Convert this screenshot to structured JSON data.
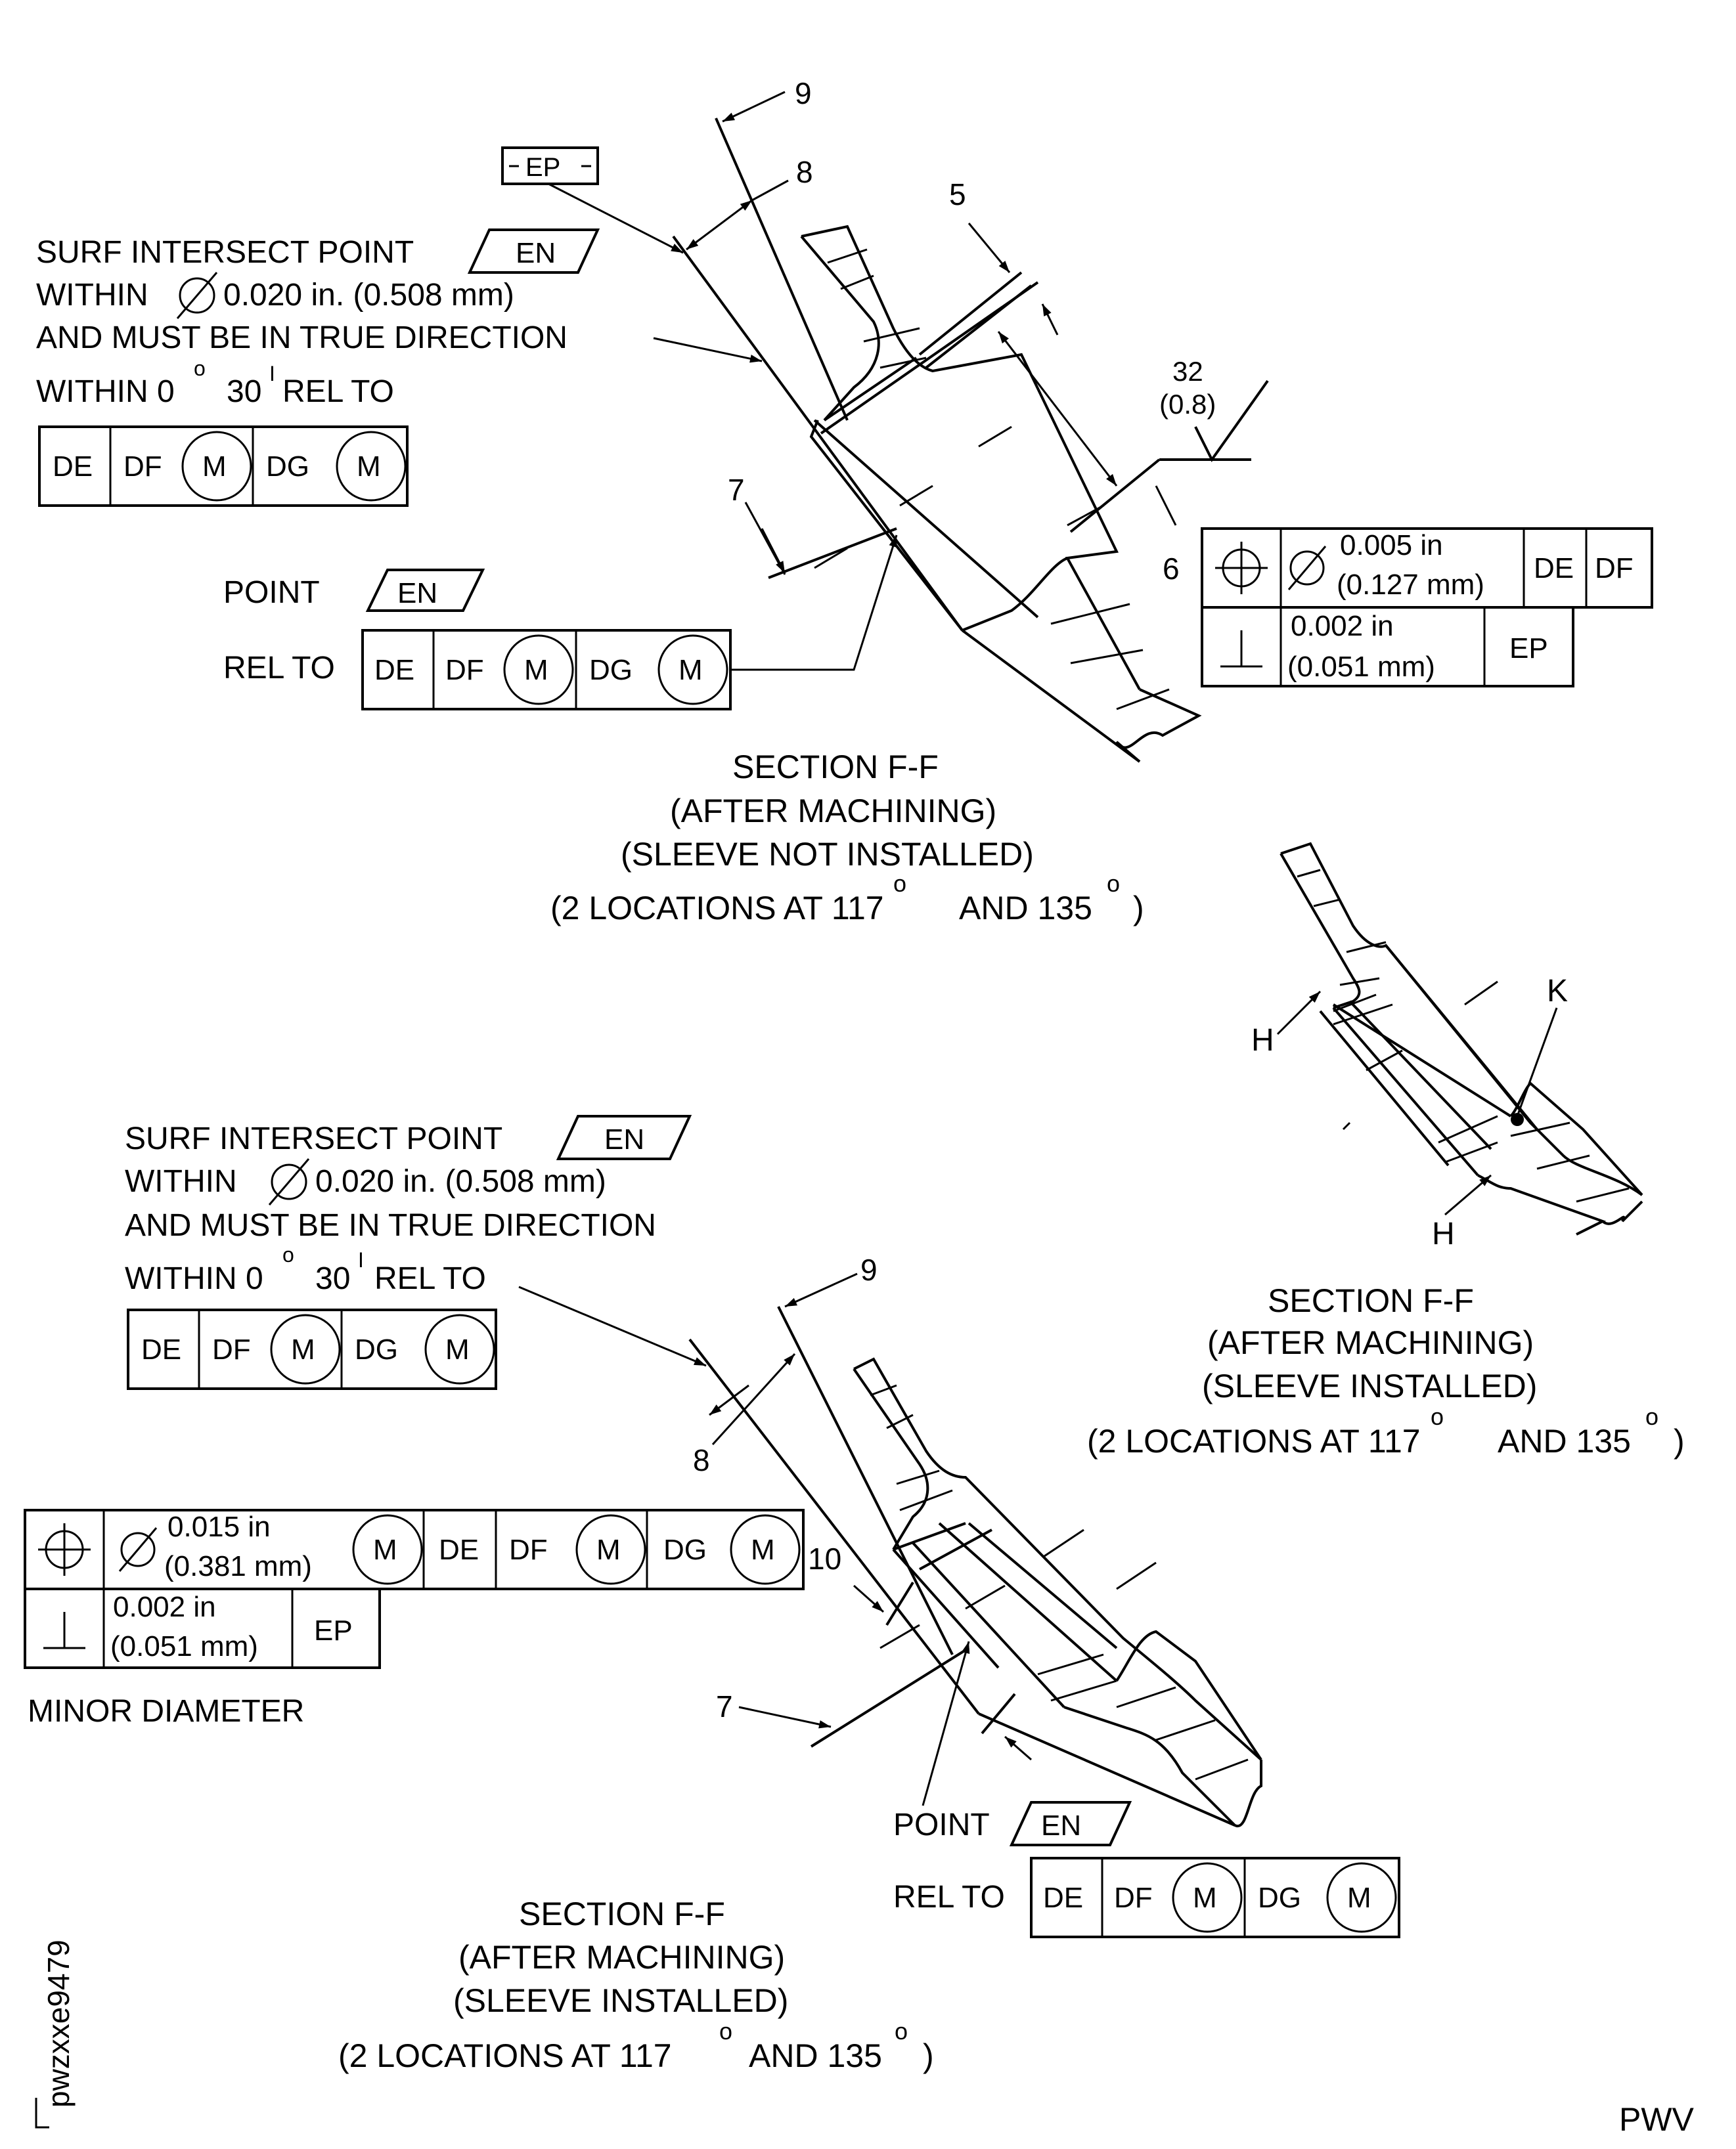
{
  "callouts": {
    "n5": "5",
    "n6": "6",
    "n7": "7",
    "n8": "8",
    "n9": "9",
    "n10": "10",
    "k": "K",
    "h": "H"
  },
  "datum": {
    "ep": "EP",
    "en": "EN",
    "de": "DE",
    "df": "DF",
    "dg": "DG",
    "m": "M"
  },
  "surface_finish": {
    "ra": "32",
    "ra_mm": "(0.8)"
  },
  "notes": {
    "surf_intersect": "SURF INTERSECT POINT",
    "within_dia": "WITHIN",
    "dia_value": "0.020  in. (0.508 mm)",
    "true_direction": "AND MUST BE IN TRUE DIRECTION",
    "within_angle": "WITHIN 0",
    "angle_deg_mark": "o",
    "angle_min": "30",
    "angle_min_mark": "I",
    "rel_to": "REL TO",
    "point": "POINT",
    "minor_diameter": "MINOR DIAMETER"
  },
  "fcf_top": {
    "pos_value_in": "0.005 in",
    "pos_value_mm": "(0.127 mm)",
    "perp_value_in": "0.002 in",
    "perp_value_mm": "(0.051 mm)"
  },
  "fcf_bottom": {
    "pos_value_in": "0.015 in",
    "pos_value_mm": "(0.381 mm)",
    "perp_value_in": "0.002 in",
    "perp_value_mm": "(0.051 mm)"
  },
  "sections": {
    "top": {
      "title": "SECTION F-F",
      "line2": "(AFTER MACHINING)",
      "line3": "(SLEEVE NOT INSTALLED)",
      "line4a": "(2 LOCATIONS AT 117",
      "line4b": "AND 135",
      "line4c": ")",
      "deg": "o"
    },
    "right": {
      "title": "SECTION F-F",
      "line2": "(AFTER MACHINING)",
      "line3": "(SLEEVE INSTALLED)",
      "line4a": "(2 LOCATIONS AT 117",
      "line4b": "AND 135",
      "line4c": ")",
      "deg": "o"
    },
    "bottom": {
      "title": "SECTION F-F",
      "line2": "(AFTER MACHINING)",
      "line3": "(SLEEVE INSTALLED)",
      "line4a": "(2 LOCATIONS AT 117",
      "line4b": "AND 135",
      "line4c": ")",
      "deg": "o"
    }
  },
  "figure_id": "pwzxxe9479",
  "corner_code": "PWV"
}
